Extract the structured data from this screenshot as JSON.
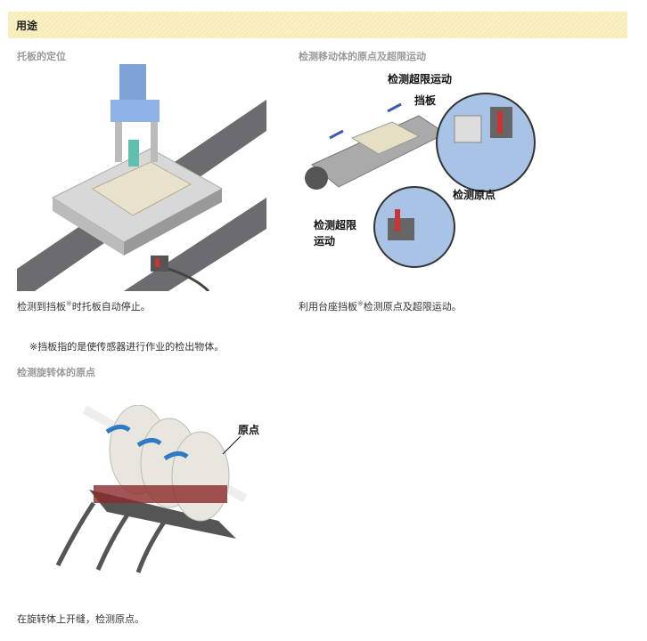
{
  "section_title": "用途",
  "items": [
    {
      "title": "托板的定位",
      "caption_before": "检测到挡板",
      "mark": "※",
      "caption_after": "时托板自动停止。"
    },
    {
      "title": "检测移动体的原点及超限运动",
      "caption_before": "利用台座挡板",
      "mark": "※",
      "caption_after": "检测原点及超限运动。",
      "labels": {
        "overtravel_top": "检测超限运动",
        "shutter": "挡板",
        "origin": "检测原点",
        "overtravel_bottom_1": "检测超限",
        "overtravel_bottom_2": "运动"
      }
    },
    {
      "title": "检测旋转体的原点",
      "caption": "在旋转体上开缝，检测原点。",
      "labels": {
        "origin": "原点"
      }
    }
  ],
  "note": "※挡板指的是使传感器进行作业的检出物体。"
}
